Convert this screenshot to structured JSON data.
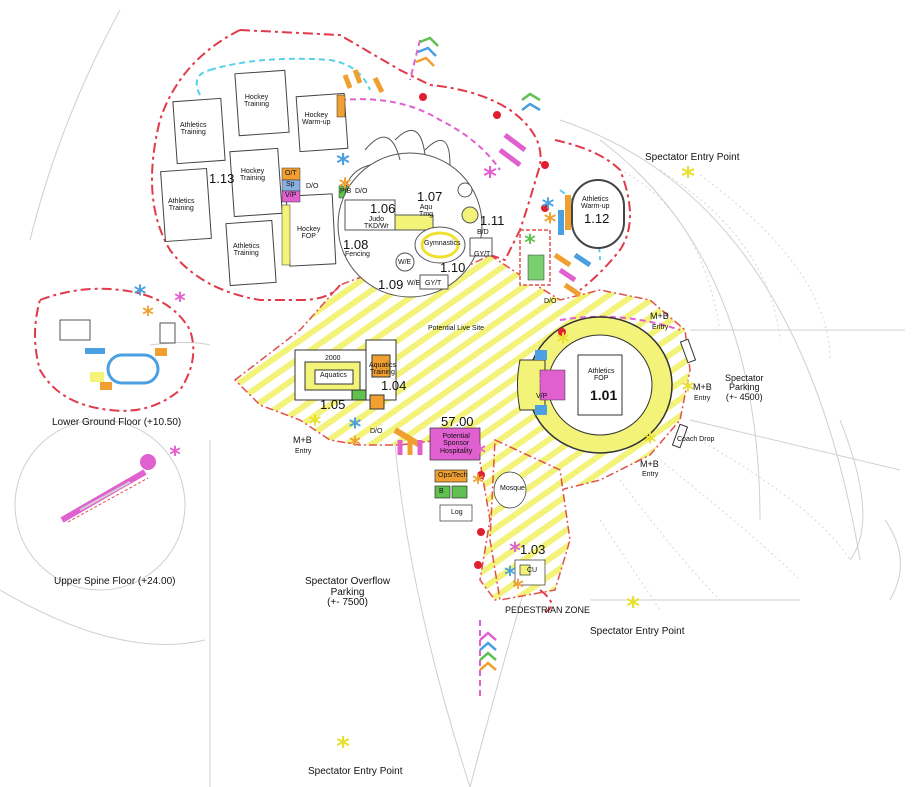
{
  "labels": {
    "athletics_training_1": "Athletics\nTraining",
    "athletics_training_2": "Athletics\nTraining",
    "athletics_training_3": "Athletics\nTraining",
    "hockey_training_1": "Hockey\nTraining",
    "hockey_training_2": "Hockey\nTraining",
    "hockey_warmup": "Hockey\nWarm-up",
    "hockey_fop": "Hockey\nFOP",
    "ot": "O/T",
    "sp": "Sp",
    "vip": "V/P",
    "do_1": "D/O",
    "pb": "P/B",
    "do_2": "D/O",
    "judo": "Judo\nTKD/Wr",
    "aqu_tmg": "Aqu\nTmg",
    "gymnastics": "Gymnastics",
    "fencing": "Fencing",
    "we_1": "W/E",
    "we_2": "W/E",
    "gyt_1": "GY/T",
    "gyt_2": "GY/T",
    "bd": "B/D",
    "athletics_warmup": "Athletics\nWarm-up",
    "do_3": "D/O",
    "potential_live_site": "Potential Live Site",
    "aquatics": "Aquatics",
    "aquatics_training": "Aquatics\nTraining",
    "seats_2000": "2000",
    "athletics_fop": "Athletics\nFOP",
    "mb_1": "M+B",
    "entry_1": "Entry",
    "mb_2": "M+B",
    "entry_2": "Entry",
    "mb_3": "M+B",
    "entry_3": "Entry",
    "mb_4": "M+B",
    "entry_4": "Entry",
    "coach_drop": "Coach Drop",
    "spectator_parking": "Spectator\nParking\n(+- 4500)",
    "spectator_entry_1": "Spectator Entry Point",
    "spectator_entry_2": "Spectator Entry Point",
    "spectator_entry_3": "Spectator Entry Point",
    "lower_ground": "Lower Ground Floor (+10.50)",
    "upper_spine": "Upper Spine Floor (+24.00)",
    "overflow_parking": "Spectator Overflow\nParking\n(+- 7500)",
    "potential_sponsor": "Potential\nSponsor\nHospitality",
    "ops_tech": "Ops/Tech",
    "b": "B",
    "log": "Log",
    "mosque": "Mosque",
    "pedestrian_zone": "PEDESTRIAN ZONE",
    "do_4": "D/O",
    "vp_2": "V/P",
    "cu": "CU"
  },
  "numbers": {
    "n113": "1.13",
    "n106": "1.06",
    "n107": "1.07",
    "n108": "1.08",
    "n109": "1.09",
    "n110": "1.10",
    "n111": "1.11",
    "n112": "1.12",
    "n104": "1.04",
    "n105": "1.05",
    "n101": "1.01",
    "n103": "1.03",
    "n5700": "57.00"
  }
}
